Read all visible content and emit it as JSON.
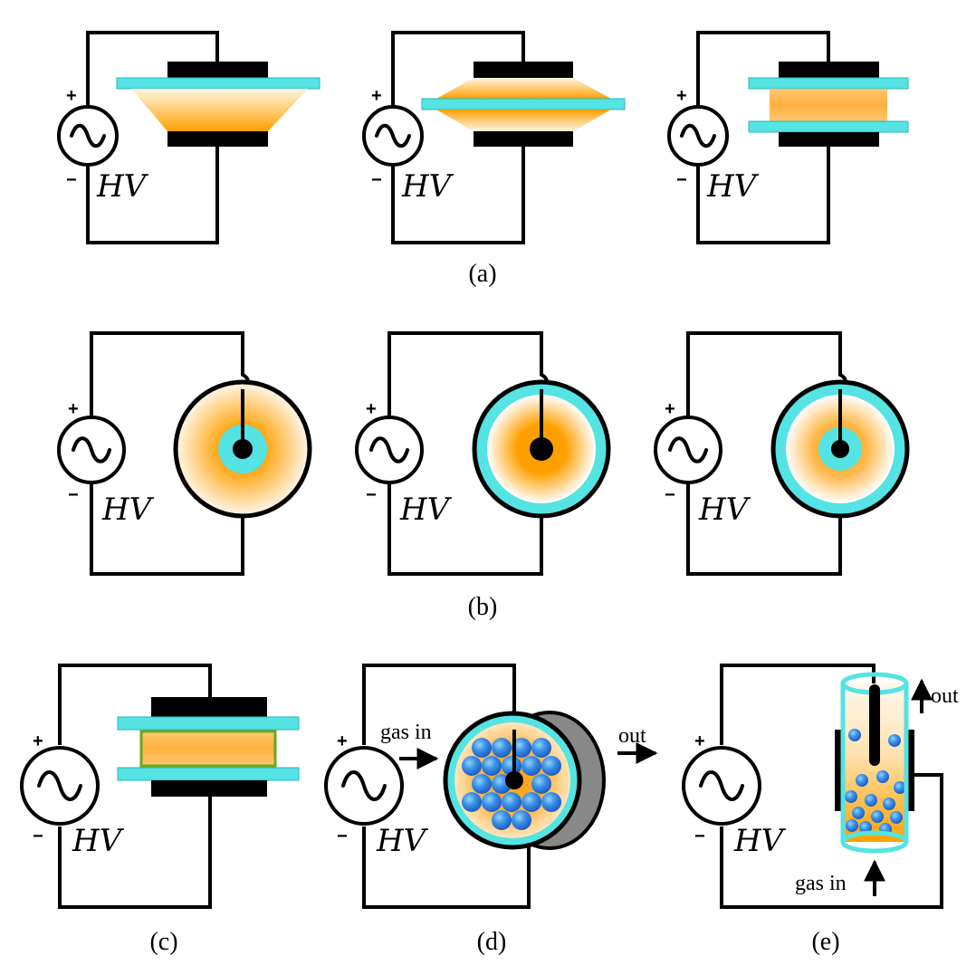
{
  "source": {
    "label": "HV",
    "plus": "+",
    "minus": "−"
  },
  "captions": {
    "a": "(a)",
    "b": "(b)",
    "c": "(c)",
    "d": "(d)",
    "e": "(e)"
  },
  "flow": {
    "gas_in": "gas in",
    "out": "out"
  },
  "colors": {
    "dielectric": "#55e3e3",
    "plasma": "#ffa000",
    "electrode": "#000000",
    "packing_bead": "#2e7de0",
    "barrier_frame": "#6aa820",
    "outer_shell": "#888888"
  }
}
